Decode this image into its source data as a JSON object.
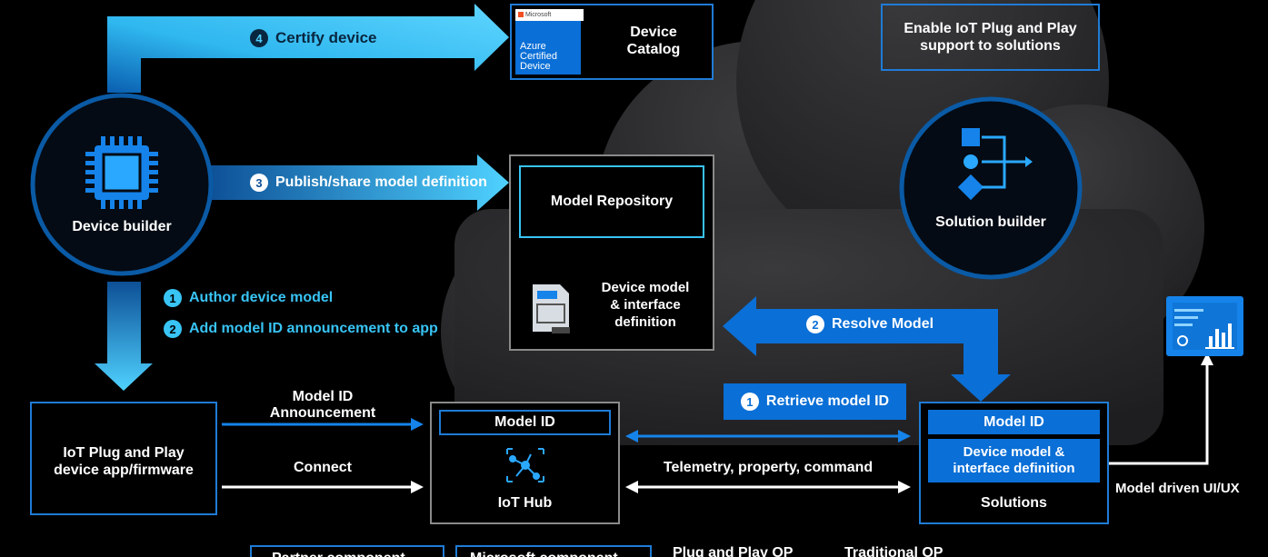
{
  "colors": {
    "accent_cyan": "#38c4f5",
    "accent_blue": "#0a78d7",
    "cloud": "#2c2c2e",
    "box_border": "#1f7bd6"
  },
  "steps": {
    "certify": {
      "num": "4",
      "text": "Certify device"
    },
    "publish": {
      "num": "3",
      "text": "Publish/share model definition"
    },
    "author": {
      "num": "1",
      "text": "Author device model"
    },
    "add_id": {
      "num": "2",
      "text": "Add model ID announcement to app"
    },
    "resolve": {
      "num": "2",
      "text": "Resolve Model"
    },
    "retrieve": {
      "num": "1",
      "text": "Retrieve model ID"
    }
  },
  "catalog": {
    "badge_brand": "Microsoft",
    "badge_line1": "Azure",
    "badge_line2": "Certified",
    "badge_line3": "Device",
    "title_line1": "Device",
    "title_line2": "Catalog"
  },
  "enable_box": {
    "line1": "Enable IoT Plug and Play",
    "line2": "support to solutions"
  },
  "device_builder": {
    "label": "Device builder"
  },
  "solution_builder": {
    "label": "Solution builder"
  },
  "repository": {
    "title": "Model Repository",
    "def_line1": "Device model",
    "def_line2": "& interface",
    "def_line3": "definition"
  },
  "plugplay_app": {
    "line1": "IoT Plug and Play",
    "line2": "device app/firmware"
  },
  "iot_hub": {
    "model_id": "Model ID",
    "label": "IoT Hub"
  },
  "solutions": {
    "model_id": "Model ID",
    "def_line1": "Device model &",
    "def_line2": "interface definition",
    "label": "Solutions"
  },
  "arrows": {
    "announcement_line1": "Model ID",
    "announcement_line2": "Announcement",
    "connect": "Connect",
    "telemetry": "Telemetry, property, command",
    "model_ui": "Model driven UI/UX"
  },
  "legend": {
    "partner": "Partner component",
    "microsoft": "Microsoft component",
    "plug_op": "Plug and Play OP",
    "traditional_op": "Traditional OP"
  }
}
